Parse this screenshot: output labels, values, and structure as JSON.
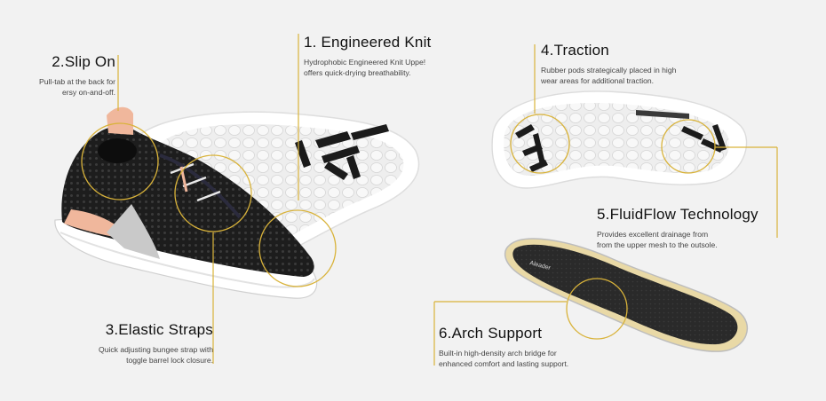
{
  "colors": {
    "background": "#f2f2f2",
    "accent_gold": "#d9b33a",
    "shoe_black": "#1b1b1b",
    "sole_white": "#ffffff",
    "peach": "#f0b79c"
  },
  "callouts": [
    {
      "id": "slip-on",
      "title": "2.Slip On",
      "description": "Pull-tab at the back for\nersy on-and-off."
    },
    {
      "id": "engineered-knit",
      "title": "1. Engineered Knit",
      "description": "Hydrophobic Engineered Knit Uppe!\noffers quick-drying breathability."
    },
    {
      "id": "elastic-straps",
      "title": "3.Elastic Straps",
      "description": "Quick adjusting bungee strap with\ntoggle barrel lock closure."
    },
    {
      "id": "traction",
      "title": "4.Traction",
      "description": "Rubber pods strategically placed in high\nwear areas for additional traction."
    },
    {
      "id": "fluidflow",
      "title": "5.FluidFlow Technology",
      "description": "Provides excellent drainage from\nfrom the upper mesh to the outsole."
    },
    {
      "id": "arch-support",
      "title": "6.Arch Support",
      "description": "Built-in high-density arch bridge for\nenhanced comfort and lasting support."
    }
  ],
  "insole_logo": "Aleader"
}
